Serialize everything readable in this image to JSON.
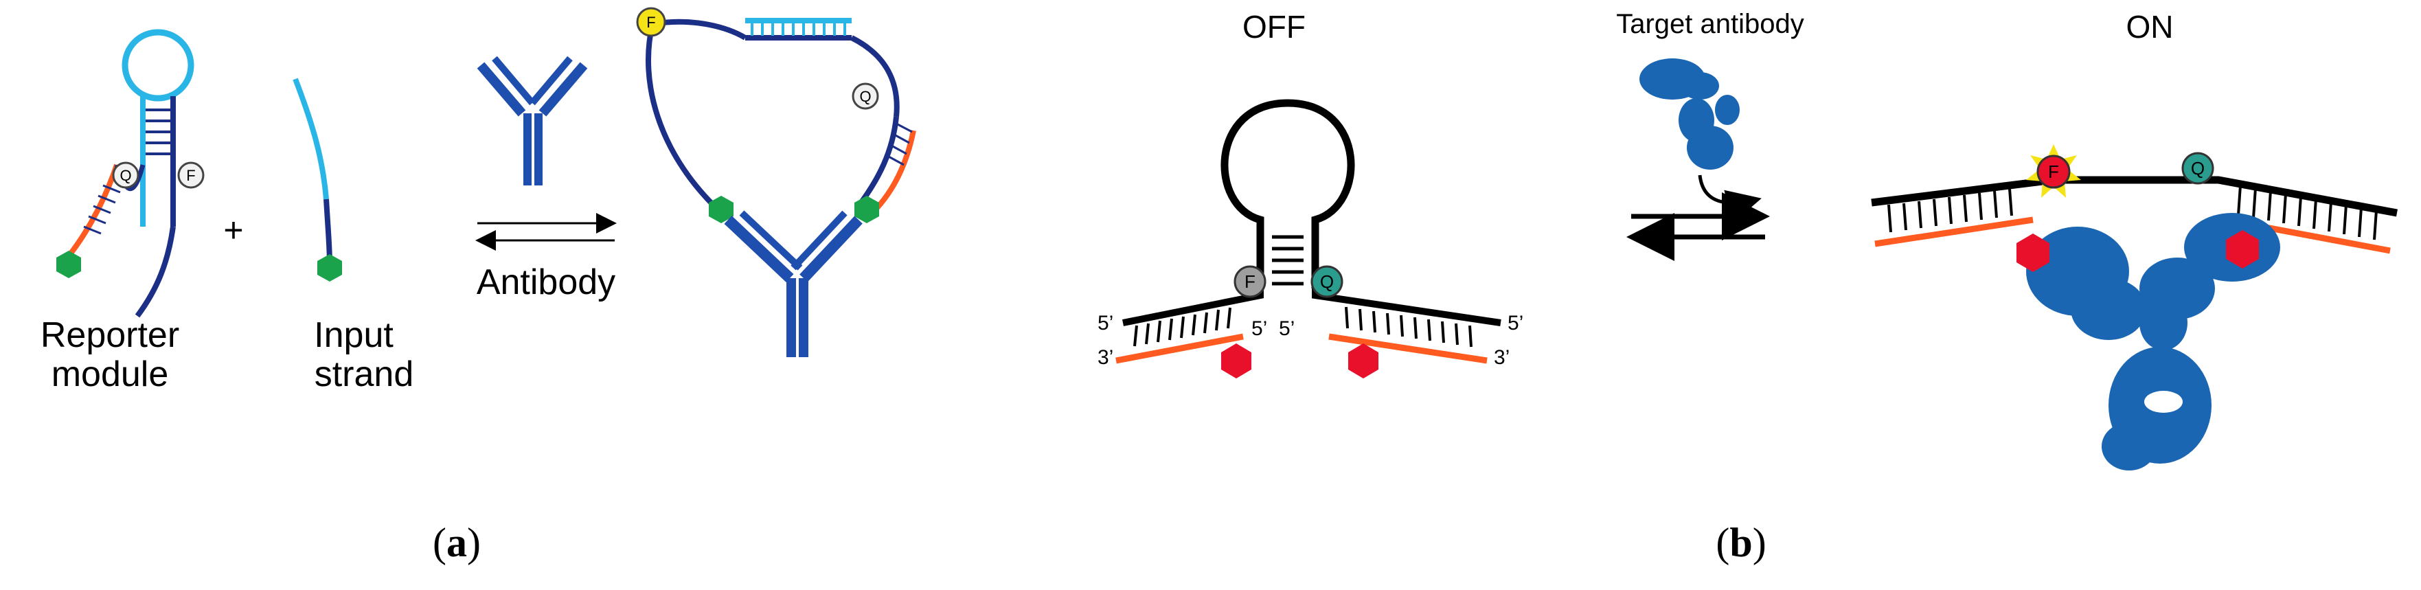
{
  "panel_a": {
    "reporter_label_line1": "Reporter",
    "reporter_label_line2": "module",
    "plus": "+",
    "input_label_line1": "Input",
    "input_label_line2": "strand",
    "arrow_label": "Antibody",
    "quencher": "Q",
    "fluorophore": "F",
    "caption_letter": "a"
  },
  "panel_b": {
    "off_label": "OFF",
    "target_label": "Target antibody",
    "on_label": "ON",
    "five_prime": "5’",
    "three_prime": "3’",
    "fluorophore": "F",
    "quencher": "Q",
    "caption_letter": "b"
  },
  "colors": {
    "dna_dark": "#1c2f86",
    "dna_light": "#29b6e6",
    "dna_orange": "#ff5a1f",
    "antigen_green": "#1aa34a",
    "antigen_red": "#e8102a",
    "antibody_blue": "#1f4fae",
    "protein_blue": "#1b66b3",
    "fluor_yellow": "#f5e317",
    "quencher_teal": "#2a9d8f"
  }
}
